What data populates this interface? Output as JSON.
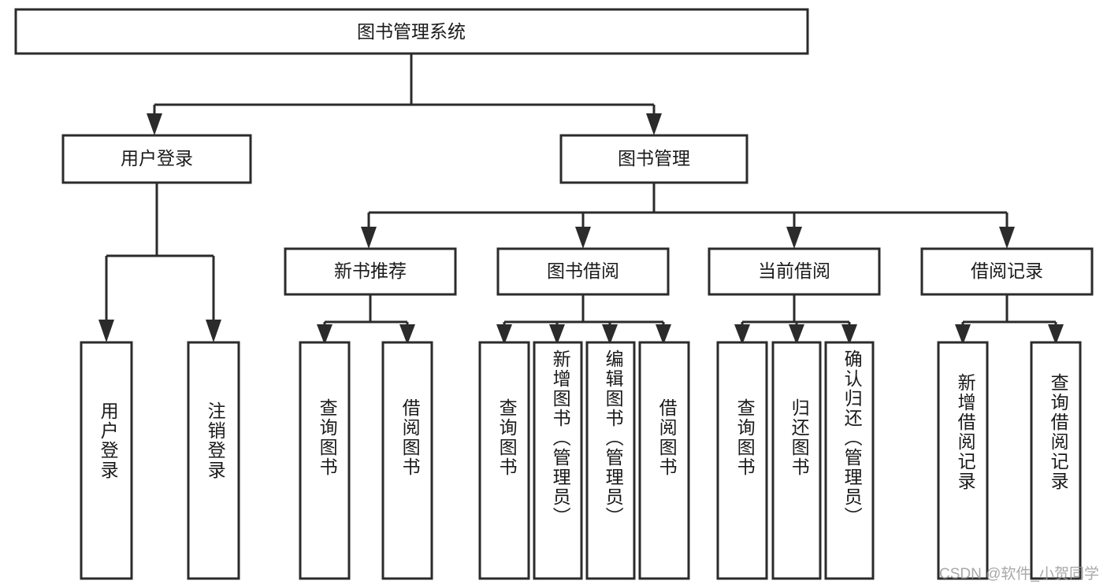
{
  "diagram": {
    "type": "tree-hierarchy-flowchart",
    "root": {
      "id": "root",
      "label": "图书管理系统",
      "orientation": "horizontal"
    },
    "level1": [
      {
        "id": "user-login",
        "label": "用户登录",
        "orientation": "horizontal"
      },
      {
        "id": "book-management",
        "label": "图书管理",
        "orientation": "horizontal"
      }
    ],
    "level2": [
      {
        "id": "new-book-recommend",
        "label": "新书推荐",
        "parent": "book-management",
        "orientation": "horizontal"
      },
      {
        "id": "book-borrow",
        "label": "图书借阅",
        "parent": "book-management",
        "orientation": "horizontal"
      },
      {
        "id": "current-borrow",
        "label": "当前借阅",
        "parent": "book-management",
        "orientation": "horizontal"
      },
      {
        "id": "borrow-record",
        "label": "借阅记录",
        "parent": "book-management",
        "orientation": "horizontal"
      }
    ],
    "leaves": [
      {
        "id": "leaf-user-login",
        "label": "用户登录",
        "parent": "user-login",
        "orientation": "vertical"
      },
      {
        "id": "leaf-user-logout",
        "label": "注销登录",
        "parent": "user-login",
        "orientation": "vertical"
      },
      {
        "id": "leaf-query-book-1",
        "label": "查询图书",
        "parent": "new-book-recommend",
        "orientation": "vertical"
      },
      {
        "id": "leaf-borrow-book-1",
        "label": "借阅图书",
        "parent": "new-book-recommend",
        "orientation": "vertical"
      },
      {
        "id": "leaf-query-book-2",
        "label": "查询图书",
        "parent": "book-borrow",
        "orientation": "vertical"
      },
      {
        "id": "leaf-add-book",
        "label": "新增图书（管理员）",
        "parent": "book-borrow",
        "orientation": "vertical"
      },
      {
        "id": "leaf-edit-book",
        "label": "编辑图书（管理员）",
        "parent": "book-borrow",
        "orientation": "vertical"
      },
      {
        "id": "leaf-borrow-book-2",
        "label": "借阅图书",
        "parent": "book-borrow",
        "orientation": "vertical"
      },
      {
        "id": "leaf-query-book-3",
        "label": "查询图书",
        "parent": "current-borrow",
        "orientation": "vertical"
      },
      {
        "id": "leaf-return-book",
        "label": "归还图书",
        "parent": "current-borrow",
        "orientation": "vertical"
      },
      {
        "id": "leaf-confirm-return",
        "label": "确认归还（管理员）",
        "parent": "current-borrow",
        "orientation": "vertical"
      },
      {
        "id": "leaf-add-record",
        "label": "新增借阅记录",
        "parent": "borrow-record",
        "orientation": "vertical"
      },
      {
        "id": "leaf-query-record",
        "label": "查询借阅记录",
        "parent": "borrow-record",
        "orientation": "vertical"
      }
    ],
    "colors": {
      "stroke": "#2b2b2b",
      "fill": "#ffffff",
      "text": "#1a1a1a",
      "background": "#ffffff",
      "watermark": "#9a9a9a"
    }
  },
  "watermark": {
    "text": "CSDN @软件_小贺同学"
  }
}
